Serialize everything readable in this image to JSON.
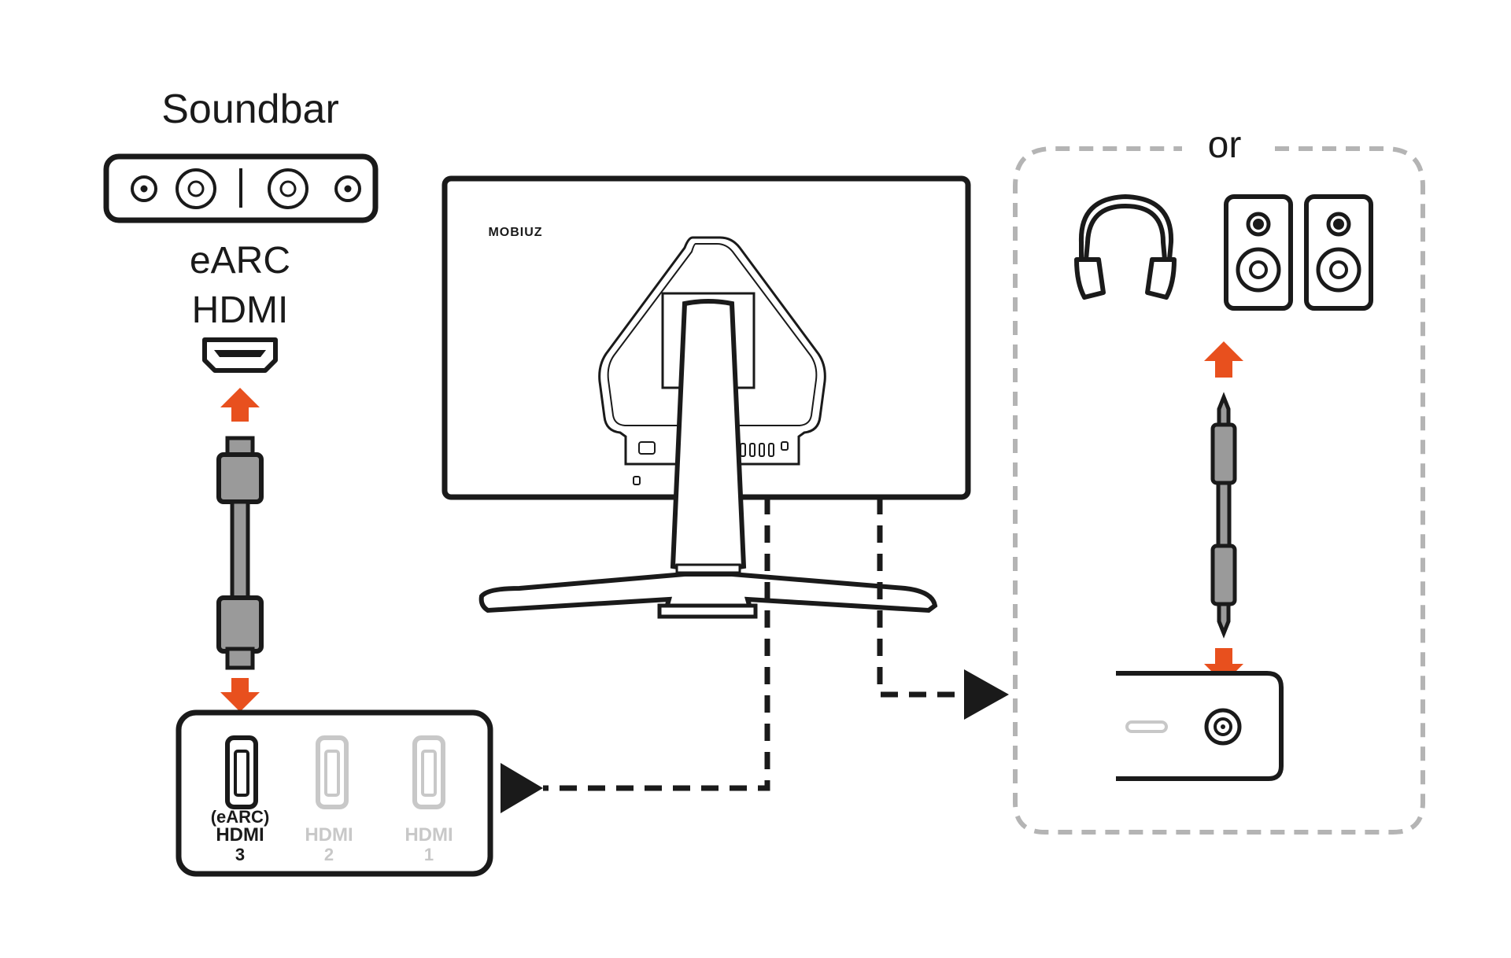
{
  "soundbar": {
    "title": "Soundbar",
    "port_label_line1": "eARC",
    "port_label_line2": "HDMI"
  },
  "alternative": {
    "label": "or"
  },
  "monitor": {
    "logo": "MOBIUZ"
  },
  "ports": [
    {
      "tag": "(eARC)",
      "name": "HDMI",
      "number": "3",
      "active": true
    },
    {
      "tag": "",
      "name": "HDMI",
      "number": "2",
      "active": false
    },
    {
      "tag": "",
      "name": "HDMI",
      "number": "1",
      "active": false
    }
  ],
  "colors": {
    "line": "#1a1a1a",
    "arrow": "#e8501e",
    "inactive": "#c8c8c8",
    "dashed_frame": "#b4b4b4",
    "cable_fill": "#9a9a9a",
    "background": "#ffffff"
  }
}
